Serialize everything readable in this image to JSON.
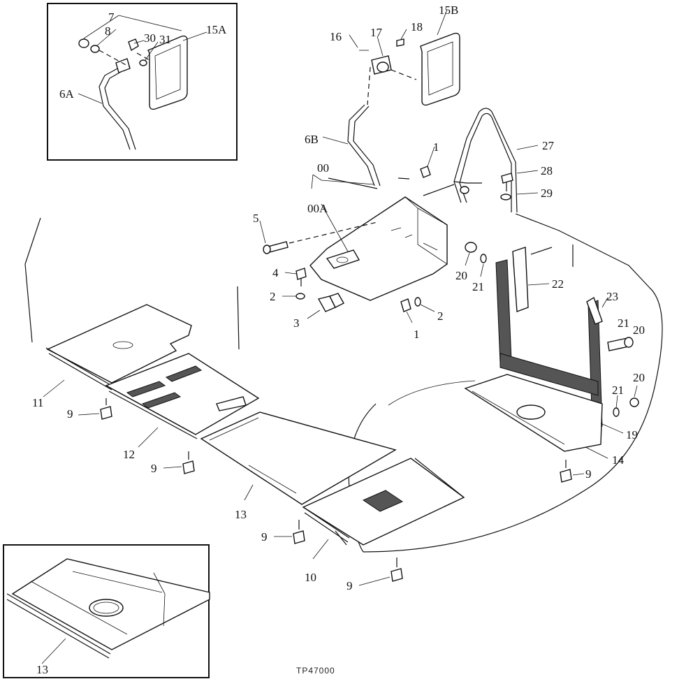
{
  "figure_ref": "TP47000",
  "callouts": {
    "c7": "7",
    "c8": "8",
    "c30": "30",
    "c31": "31",
    "c15a": "15A",
    "c6a": "6A",
    "c15b": "15B",
    "c16": "16",
    "c17": "17",
    "c18": "18",
    "c6b": "6B",
    "c1a": "1",
    "c00": "00",
    "c00a": "00A",
    "c27": "27",
    "c28": "28",
    "c29": "29",
    "c5": "5",
    "c4": "4",
    "c2a": "2",
    "c3": "3",
    "c1b": "1",
    "c2b": "2",
    "c20a": "20",
    "c21a": "21",
    "c22": "22",
    "c23": "23",
    "c21b": "21",
    "c20b": "20",
    "c11": "11",
    "c9a": "9",
    "c12": "12",
    "c9b": "9",
    "c13a": "13",
    "c20c": "20",
    "c21c": "21",
    "c19": "19",
    "c14": "14",
    "c9c": "9",
    "c9d": "9",
    "c10": "10",
    "c9e": "9",
    "c13b": "13"
  }
}
